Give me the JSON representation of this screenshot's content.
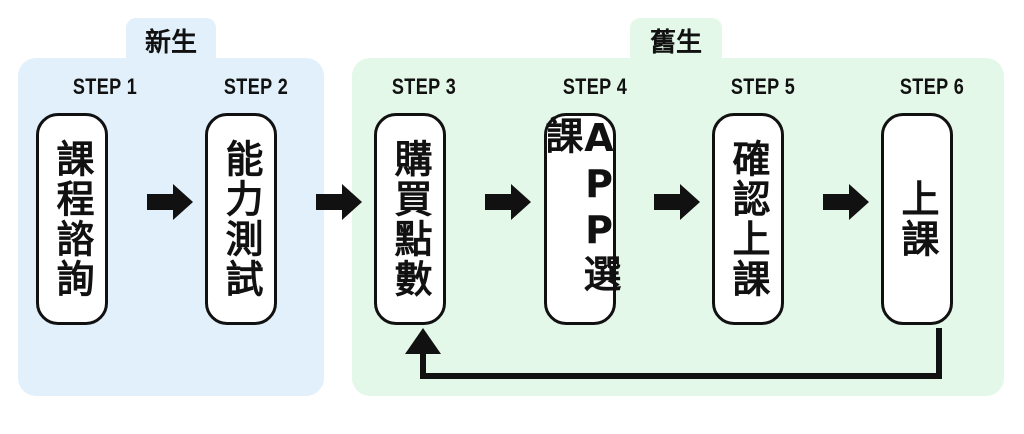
{
  "groups": {
    "new": {
      "label": "新生",
      "color": "#e1f0fa"
    },
    "returning": {
      "label": "舊生",
      "color": "#e3f8e8"
    }
  },
  "steps": [
    {
      "title": "STEP 1",
      "text": "課程諮詢"
    },
    {
      "title": "STEP 2",
      "text": "能力測試"
    },
    {
      "title": "STEP 3",
      "text": "購買點數"
    },
    {
      "title": "STEP 4",
      "text": "APP選課"
    },
    {
      "title": "STEP 5",
      "text": "確認上課"
    },
    {
      "title": "STEP 6",
      "text": "上課"
    }
  ],
  "colors": {
    "ink": "#111111",
    "box_fill": "#ffffff"
  },
  "icons": {
    "flow_arrow": "right-arrow-icon",
    "loop_arrow": "loop-back-arrow-icon"
  }
}
